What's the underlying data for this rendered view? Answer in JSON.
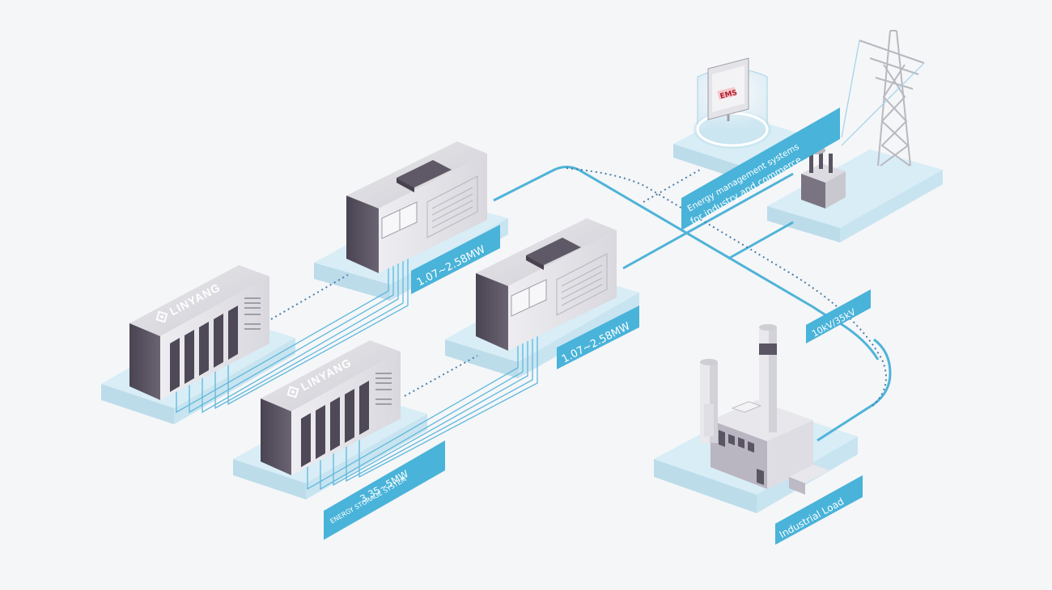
{
  "labels": {
    "storage_top": "1.07~2.58MW",
    "storage_mid": "1.07~2.58MW",
    "storage_main_line1": "3.35~5MW",
    "storage_main_line2": "ENERGY STORAGE SYSTEM",
    "ems_line1": "Energy management systems",
    "ems_line2": "for industry and commerce",
    "voltage": "10kV/35kV",
    "industrial": "Industrial Load"
  },
  "brand": {
    "logo_text": "LINYANG",
    "ems_screen": "EMS"
  },
  "colors": {
    "accent": "#49b3d9",
    "platform": "#d3ebf5",
    "cabinet_dark": "#5b5563",
    "cabinet_light": "#d9d8de"
  },
  "icons": {
    "brand_logo": "linyang-logo-icon",
    "monitor": "ems-monitor-icon",
    "tower": "transmission-tower-icon",
    "transformer": "transformer-icon",
    "factory": "factory-icon"
  }
}
